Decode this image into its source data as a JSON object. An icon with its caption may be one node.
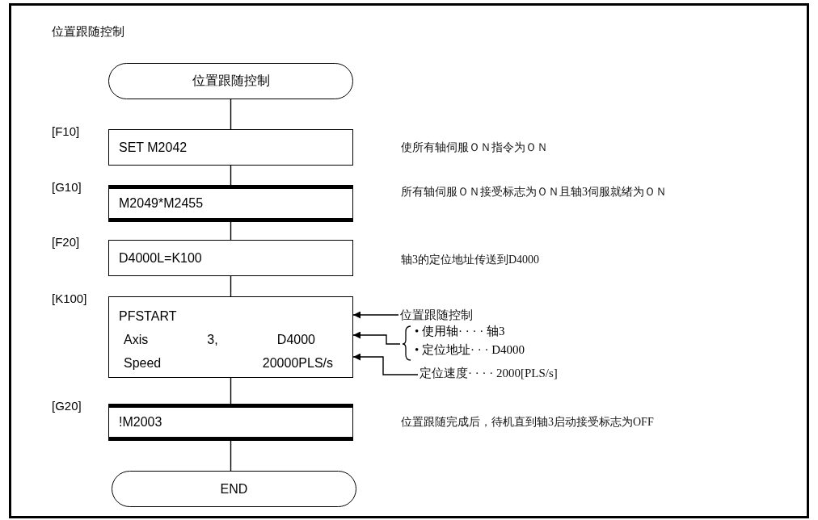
{
  "diagram": {
    "title": "位置跟随控制",
    "nodes": [
      {
        "text": [
          "位置跟随控制"
        ]
      },
      {
        "text": [
          "SET M2042"
        ],
        "beside": [
          "[F10]"
        ]
      },
      {
        "text": [
          "M2049*M2455"
        ],
        "beside": [
          "[G10]"
        ]
      },
      {
        "text": [
          "D4000L=K100"
        ],
        "beside": [
          "[F20]"
        ]
      },
      {
        "text": [
          "PFSTART",
          "Axis 3, D4000",
          "Speed 20000PLS/s"
        ],
        "beside": [
          "[K100]"
        ]
      },
      {
        "text": [
          "!M2003"
        ],
        "beside": [
          "[G20]"
        ]
      },
      {
        "text": [
          "END"
        ]
      },
      {
        "text": [
          "位置跟随控制"
        ]
      },
      {
        "text": [
          "• 使用轴· · · · 轴3",
          "• 定位地址· · · D4000"
        ]
      },
      {
        "text": [
          "定位速度· · · · 2000[PLS/s]"
        ]
      }
    ],
    "edges": [
      {
        "from": 0,
        "to": 1,
        "arrow": "none"
      },
      {
        "from": 1,
        "to": 2,
        "arrow": "none"
      },
      {
        "from": 2,
        "to": 3,
        "arrow": "none"
      },
      {
        "from": 3,
        "to": 4,
        "arrow": "none"
      },
      {
        "from": 4,
        "to": 5,
        "arrow": "none"
      },
      {
        "from": 5,
        "to": 6,
        "arrow": "none"
      },
      {
        "from": 7,
        "to": 4,
        "arrow": "to"
      },
      {
        "from": 8,
        "to": 4,
        "arrow": "to"
      },
      {
        "from": 9,
        "to": 4,
        "arrow": "to"
      }
    ],
    "labels": [
      "使所有轴伺服ＯＮ指令为ＯＮ",
      "所有轴伺服ＯＮ接受标志为ＯＮ且轴3伺服就绪为ＯＮ",
      "轴3的定位地址传送到D4000",
      "位置跟随完成后，待机直到轴3启动接受标志为OFF"
    ]
  }
}
